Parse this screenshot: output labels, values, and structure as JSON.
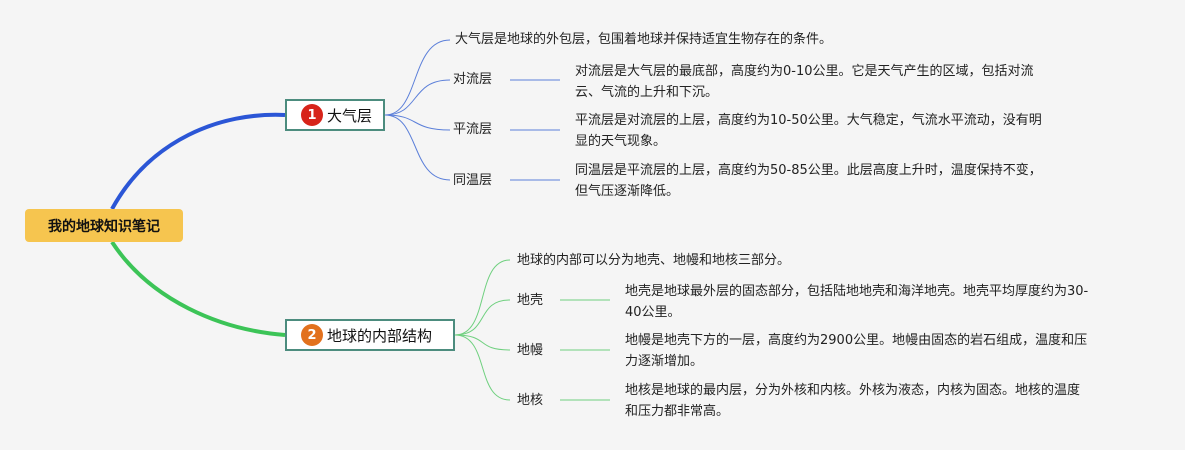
{
  "root": {
    "label": "我的地球知识笔记"
  },
  "branches": [
    {
      "number": "1",
      "label": "大气层",
      "badge_color": "#d7241a",
      "line_color": "#2b56d6",
      "sub_line_color": "#5b7fd9",
      "summary": "大气层是地球的外包层，包围着地球并保持适宜生物存在的条件。",
      "children": [
        {
          "label": "对流层",
          "lines": [
            "对流层是大气层的最底部，高度约为0-10公里。它是天气产生的区域，包括对流",
            "云、气流的上升和下沉。"
          ]
        },
        {
          "label": "平流层",
          "lines": [
            "平流层是对流层的上层，高度约为10-50公里。大气稳定，气流水平流动，没有明",
            "显的天气现象。"
          ]
        },
        {
          "label": "同温层",
          "lines": [
            "同温层是平流层的上层，高度约为50-85公里。此层高度上升时，温度保持不变，",
            "但气压逐渐降低。"
          ]
        }
      ]
    },
    {
      "number": "2",
      "label": "地球的内部结构",
      "badge_color": "#e2711d",
      "line_color": "#3cc457",
      "sub_line_color": "#6fd07f",
      "summary": "地球的内部可以分为地壳、地幔和地核三部分。",
      "children": [
        {
          "label": "地壳",
          "lines": [
            "地壳是地球最外层的固态部分，包括陆地地壳和海洋地壳。地壳平均厚度约为30-",
            "40公里。"
          ]
        },
        {
          "label": "地幔",
          "lines": [
            "地幔是地壳下方的一层，高度约为2900公里。地幔由固态的岩石组成，温度和压",
            "力逐渐增加。"
          ]
        },
        {
          "label": "地核",
          "lines": [
            "地核是地球的最内层，分为外核和内核。外核为液态，内核为固态。地核的温度",
            "和压力都非常高。"
          ]
        }
      ]
    }
  ]
}
